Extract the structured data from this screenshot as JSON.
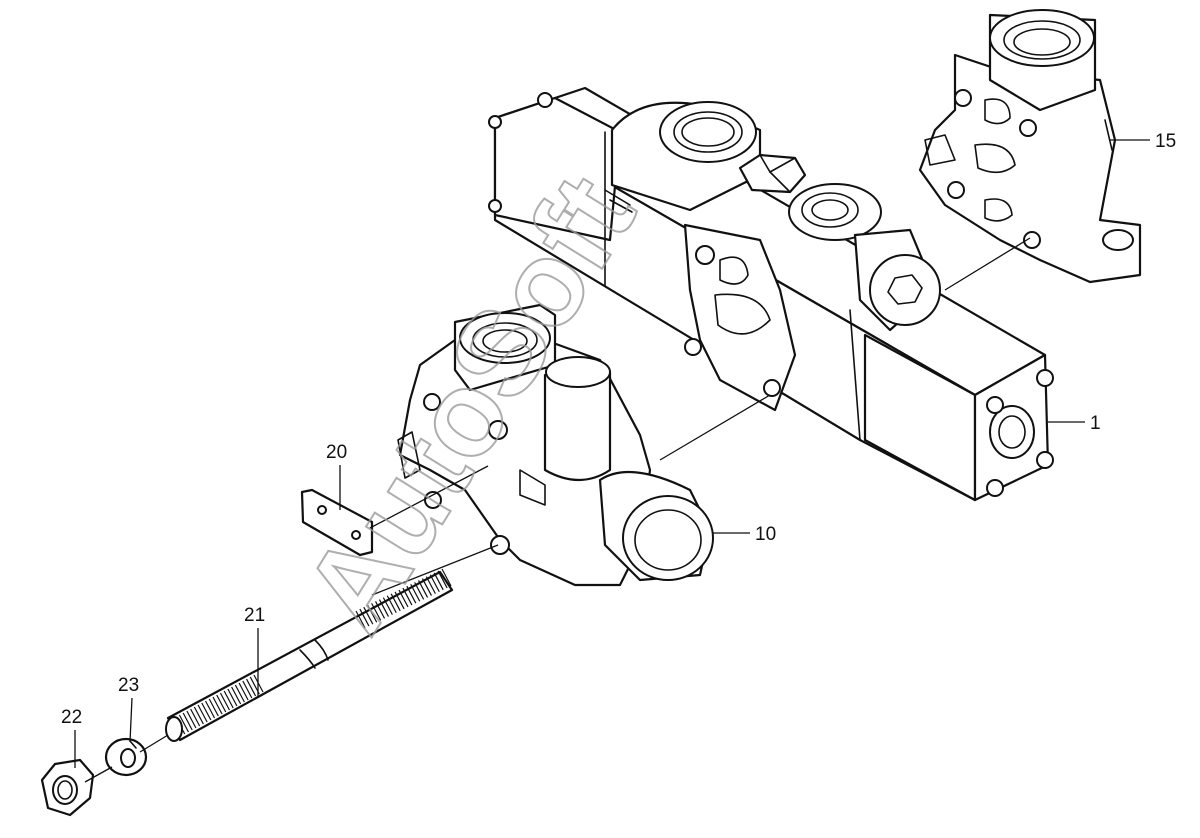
{
  "diagram": {
    "callouts": [
      {
        "id": "1",
        "text": "1"
      },
      {
        "id": "10",
        "text": "10"
      },
      {
        "id": "15",
        "text": "15"
      },
      {
        "id": "20",
        "text": "20"
      },
      {
        "id": "21",
        "text": "21"
      },
      {
        "id": "22",
        "text": "22"
      },
      {
        "id": "23",
        "text": "23"
      }
    ],
    "watermark": "AutoSoft"
  }
}
